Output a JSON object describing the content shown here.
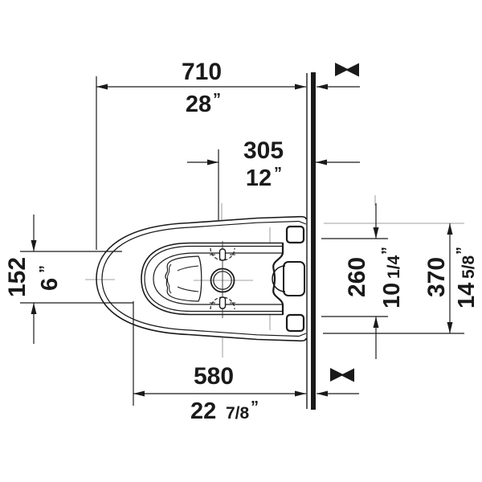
{
  "drawing": {
    "type": "toilet-plan-dimension-drawing",
    "colors": {
      "line": "#1a1a1a",
      "centerline": "#b3b3b3",
      "background": "#ffffff"
    },
    "dims": {
      "depth_overall": {
        "mm": "710",
        "in_whole": "28",
        "in_frac": "",
        "mark": "”"
      },
      "rough_in": {
        "mm": "305",
        "in_whole": "12",
        "in_frac": "",
        "mark": "”"
      },
      "seat_fixing": {
        "mm": "152",
        "in_whole": "6",
        "in_frac": "",
        "mark": "”"
      },
      "body_width": {
        "mm": "260",
        "in_whole": "10",
        "in_frac": "1/4",
        "mark": "”"
      },
      "overall_width": {
        "mm": "370",
        "in_whole": "14",
        "in_frac": "5/8",
        "mark": "”"
      },
      "bowl_depth": {
        "mm": "580",
        "in_whole": "22",
        "in_frac": "7/8",
        "mark": "”"
      }
    }
  }
}
